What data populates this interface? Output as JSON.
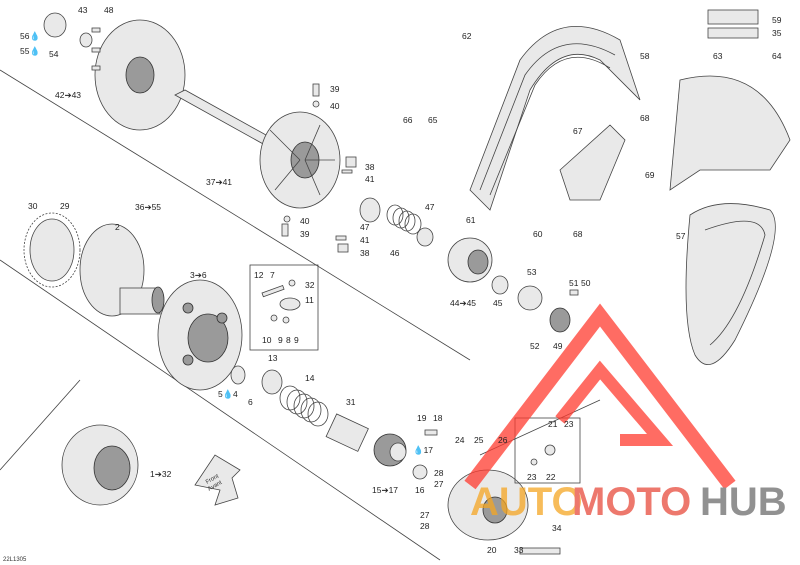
{
  "diagram_id": "22L1305",
  "logo": {
    "brand": "AUTOMOTOHUB",
    "part_a": "AUTO",
    "part_b": "MOTO",
    "part_c": "HUB",
    "colors": {
      "auto": "#f5a623",
      "moto": "#e84c3d",
      "hub": "#6d6d6d",
      "mark": "#ff3b30"
    }
  },
  "front_arrow": {
    "line1": "Front",
    "line2": "Avant"
  },
  "callouts": [
    {
      "id": "c56",
      "text": "56💧"
    },
    {
      "id": "c55",
      "text": "55💧"
    },
    {
      "id": "c54",
      "text": "54"
    },
    {
      "id": "c43",
      "text": "43"
    },
    {
      "id": "c48",
      "text": "48"
    },
    {
      "id": "c42",
      "text": "42➔43"
    },
    {
      "id": "c39a",
      "text": "39"
    },
    {
      "id": "c40a",
      "text": "40"
    },
    {
      "id": "c37",
      "text": "37➔41"
    },
    {
      "id": "c38a",
      "text": "38"
    },
    {
      "id": "c41a",
      "text": "41"
    },
    {
      "id": "c36",
      "text": "36➔55"
    },
    {
      "id": "c40b",
      "text": "40"
    },
    {
      "id": "c39b",
      "text": "39"
    },
    {
      "id": "c47a",
      "text": "47"
    },
    {
      "id": "c41b",
      "text": "41"
    },
    {
      "id": "c38b",
      "text": "38"
    },
    {
      "id": "c46",
      "text": "46"
    },
    {
      "id": "c47b",
      "text": "47"
    },
    {
      "id": "c30",
      "text": "30"
    },
    {
      "id": "c29",
      "text": "29"
    },
    {
      "id": "c2",
      "text": "2"
    },
    {
      "id": "c3",
      "text": "3➔6"
    },
    {
      "id": "c12",
      "text": "12"
    },
    {
      "id": "c7",
      "text": "7"
    },
    {
      "id": "c32a",
      "text": "32"
    },
    {
      "id": "c11",
      "text": "11"
    },
    {
      "id": "c10",
      "text": "10"
    },
    {
      "id": "c9a",
      "text": "9"
    },
    {
      "id": "c8",
      "text": "8"
    },
    {
      "id": "c9b",
      "text": "9"
    },
    {
      "id": "c13",
      "text": "13"
    },
    {
      "id": "c14",
      "text": "14"
    },
    {
      "id": "c5",
      "text": "5💧"
    },
    {
      "id": "c4",
      "text": "4"
    },
    {
      "id": "c6",
      "text": "6"
    },
    {
      "id": "c31",
      "text": "31"
    },
    {
      "id": "c44",
      "text": "44➔45"
    },
    {
      "id": "c45",
      "text": "45"
    },
    {
      "id": "c53",
      "text": "53"
    },
    {
      "id": "c51",
      "text": "51"
    },
    {
      "id": "c50",
      "text": "50"
    },
    {
      "id": "c52",
      "text": "52"
    },
    {
      "id": "c49",
      "text": "49"
    },
    {
      "id": "c62",
      "text": "62"
    },
    {
      "id": "c58",
      "text": "58"
    },
    {
      "id": "c59",
      "text": "59"
    },
    {
      "id": "c35",
      "text": "35"
    },
    {
      "id": "c63",
      "text": "63"
    },
    {
      "id": "c64",
      "text": "64"
    },
    {
      "id": "c66",
      "text": "66"
    },
    {
      "id": "c65",
      "text": "65"
    },
    {
      "id": "c67",
      "text": "67"
    },
    {
      "id": "c68a",
      "text": "68"
    },
    {
      "id": "c69",
      "text": "69"
    },
    {
      "id": "c61",
      "text": "61"
    },
    {
      "id": "c60",
      "text": "60"
    },
    {
      "id": "c68b",
      "text": "68"
    },
    {
      "id": "c57",
      "text": "57"
    },
    {
      "id": "c1",
      "text": "1➔32"
    },
    {
      "id": "c19",
      "text": "19"
    },
    {
      "id": "c18",
      "text": "18"
    },
    {
      "id": "c17",
      "text": "💧17"
    },
    {
      "id": "c24",
      "text": "24"
    },
    {
      "id": "c25",
      "text": "25"
    },
    {
      "id": "c26",
      "text": "26"
    },
    {
      "id": "c21",
      "text": "21"
    },
    {
      "id": "c23a",
      "text": "23"
    },
    {
      "id": "c23b",
      "text": "23"
    },
    {
      "id": "c22",
      "text": "22"
    },
    {
      "id": "c28a",
      "text": "28"
    },
    {
      "id": "c27a",
      "text": "27"
    },
    {
      "id": "c15",
      "text": "15➔17"
    },
    {
      "id": "c16",
      "text": "16"
    },
    {
      "id": "c27b",
      "text": "27"
    },
    {
      "id": "c28b",
      "text": "28"
    },
    {
      "id": "c34",
      "text": "34"
    },
    {
      "id": "c20",
      "text": "20"
    },
    {
      "id": "c33",
      "text": "33"
    }
  ]
}
